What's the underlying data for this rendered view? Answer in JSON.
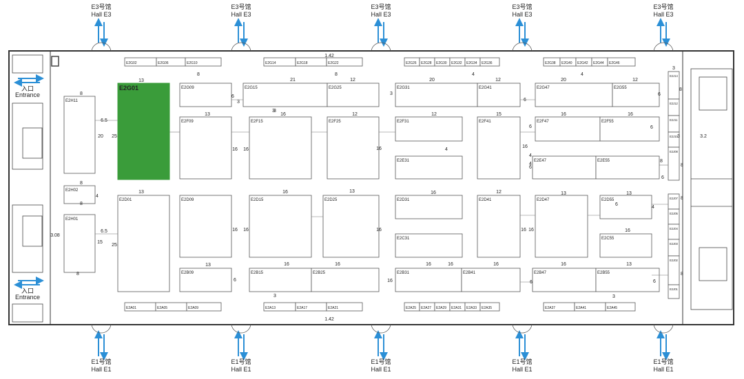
{
  "hall_links": {
    "top": [
      {
        "cn": "E3号馆",
        "en": "Hall E3"
      },
      {
        "cn": "E3号馆",
        "en": "Hall E3"
      },
      {
        "cn": "E3号馆",
        "en": "Hall E3"
      },
      {
        "cn": "E3号馆",
        "en": "Hall E3"
      },
      {
        "cn": "E3号馆",
        "en": "Hall E3"
      }
    ],
    "bottom": [
      {
        "cn": "E1号馆",
        "en": "Hall E1"
      },
      {
        "cn": "E1号馆",
        "en": "Hall E1"
      },
      {
        "cn": "E1号馆",
        "en": "Hall E1"
      },
      {
        "cn": "E1号馆",
        "en": "Hall E1"
      },
      {
        "cn": "E1号馆",
        "en": "Hall E1"
      }
    ]
  },
  "entrances": [
    {
      "cn": "入口",
      "en": "Entrance"
    },
    {
      "cn": "入口",
      "en": "Entrance"
    }
  ],
  "colors": {
    "highlight": "#3a9c3a",
    "arrow": "#2b8fd6",
    "wall": "#333333",
    "booth": "#555555"
  },
  "booths": [
    {
      "id": "E2G02",
      "label": "E2G02"
    },
    {
      "id": "E2G06",
      "label": "E2G06"
    },
    {
      "id": "E2G10",
      "label": "E2G10"
    },
    {
      "id": "E2G14",
      "label": "E2G14"
    },
    {
      "id": "E2G18",
      "label": "E2G18"
    },
    {
      "id": "E2G22",
      "label": "E2G22"
    },
    {
      "id": "E2G26",
      "label": "E2G26"
    },
    {
      "id": "E2G28",
      "label": "E2G28"
    },
    {
      "id": "E2G30",
      "label": "E2G30"
    },
    {
      "id": "E2G32",
      "label": "E2G32"
    },
    {
      "id": "E2G34",
      "label": "E2G34"
    },
    {
      "id": "E2G36",
      "label": "E2G36"
    },
    {
      "id": "E2G38",
      "label": "E2G38"
    },
    {
      "id": "E2G40",
      "label": "E2G40"
    },
    {
      "id": "E2G42",
      "label": "E2G42"
    },
    {
      "id": "E2G44",
      "label": "E2G44"
    },
    {
      "id": "E2G46",
      "label": "E2G46"
    },
    {
      "id": "E2G01",
      "label": "E2G01",
      "highlight": true
    },
    {
      "id": "E2G09",
      "label": "E2G09"
    },
    {
      "id": "E2G15",
      "label": "E2G15"
    },
    {
      "id": "E2G25",
      "label": "E2G25"
    },
    {
      "id": "E2G31",
      "label": "E2G31"
    },
    {
      "id": "E2G41",
      "label": "E2G41"
    },
    {
      "id": "E2G47",
      "label": "E2G47"
    },
    {
      "id": "E2G55",
      "label": "E2G55"
    },
    {
      "id": "E2H11",
      "label": "E2H11"
    },
    {
      "id": "E2H02",
      "label": "E2H02"
    },
    {
      "id": "E2H01",
      "label": "E2H01"
    },
    {
      "id": "E2F09",
      "label": "E2F09"
    },
    {
      "id": "E2F15",
      "label": "E2F15"
    },
    {
      "id": "E2F25",
      "label": "E2F25"
    },
    {
      "id": "E2F31",
      "label": "E2F31"
    },
    {
      "id": "E2F41",
      "label": "E2F41"
    },
    {
      "id": "E2F47",
      "label": "E2F47"
    },
    {
      "id": "E2F55",
      "label": "E2F55"
    },
    {
      "id": "E2E31",
      "label": "E2E31"
    },
    {
      "id": "E2E47",
      "label": "E2E47"
    },
    {
      "id": "E2E55",
      "label": "E2E55"
    },
    {
      "id": "E2D01",
      "label": "E2D01"
    },
    {
      "id": "E2D09",
      "label": "E2D09"
    },
    {
      "id": "E2D15",
      "label": "E2D15"
    },
    {
      "id": "E2D25",
      "label": "E2D25"
    },
    {
      "id": "E2D31",
      "label": "E2D31"
    },
    {
      "id": "E2D41",
      "label": "E2D41"
    },
    {
      "id": "E2D47",
      "label": "E2D47"
    },
    {
      "id": "E2D55",
      "label": "E2D55"
    },
    {
      "id": "E2C31",
      "label": "E2C31"
    },
    {
      "id": "E2C55",
      "label": "E2C55"
    },
    {
      "id": "E2B09",
      "label": "E2B09"
    },
    {
      "id": "E2B15",
      "label": "E2B15"
    },
    {
      "id": "E2B25",
      "label": "E2B25"
    },
    {
      "id": "E2B31",
      "label": "E2B31"
    },
    {
      "id": "E2B41",
      "label": "E2B41"
    },
    {
      "id": "E2B47",
      "label": "E2B47"
    },
    {
      "id": "E2B55",
      "label": "E2B55"
    },
    {
      "id": "E2A01",
      "label": "E2A01"
    },
    {
      "id": "E2A05",
      "label": "E2A05"
    },
    {
      "id": "E2A09",
      "label": "E2A09"
    },
    {
      "id": "E2A13",
      "label": "E2A13"
    },
    {
      "id": "E2A17",
      "label": "E2A17"
    },
    {
      "id": "E2A21",
      "label": "E2A21"
    },
    {
      "id": "E2A25",
      "label": "E2A25"
    },
    {
      "id": "E2A27",
      "label": "E2A27"
    },
    {
      "id": "E2A29",
      "label": "E2A29"
    },
    {
      "id": "E2A31",
      "label": "E2A31"
    },
    {
      "id": "E2A33",
      "label": "E2A33"
    },
    {
      "id": "E2A35",
      "label": "E2A35"
    },
    {
      "id": "E2A37",
      "label": "E2A37"
    },
    {
      "id": "E2A41",
      "label": "E2A41"
    },
    {
      "id": "E2A45",
      "label": "E2A45"
    },
    {
      "id": "E2J14",
      "label": "E2J14"
    },
    {
      "id": "E2J12",
      "label": "E2J12"
    },
    {
      "id": "E2J11",
      "label": "E2J11"
    },
    {
      "id": "E2J10",
      "label": "E2J10"
    },
    {
      "id": "E2J08",
      "label": "E2J08"
    },
    {
      "id": "E2J07",
      "label": "E2J07"
    },
    {
      "id": "E2J05",
      "label": "E2J05"
    },
    {
      "id": "E2J04",
      "label": "E2J04"
    },
    {
      "id": "E2J03",
      "label": "E2J03"
    },
    {
      "id": "E2J02",
      "label": "E2J02"
    },
    {
      "id": "E2J01",
      "label": "E2J01"
    }
  ],
  "dimension_labels": [
    "1.42",
    "1.42",
    "13",
    "8",
    "21",
    "8",
    "12",
    "20",
    "4",
    "12",
    "20",
    "4",
    "12",
    "8",
    "6.5",
    "20",
    "25",
    "6",
    "3",
    "3",
    "6",
    "3",
    "6",
    "13",
    "16",
    "16",
    "12",
    "16",
    "12",
    "16",
    "15",
    "16",
    "16",
    "6",
    "4",
    "6",
    "4",
    "13",
    "16",
    "16",
    "13",
    "16",
    "16",
    "12",
    "16",
    "13",
    "13",
    "6",
    "4",
    "8",
    "15",
    "3.08",
    "6.5",
    "25",
    "16",
    "16",
    "16",
    "16",
    "16",
    "13",
    "13",
    "16",
    "16",
    "16",
    "16",
    "16",
    "16",
    "6",
    "6",
    "6",
    "8",
    "8",
    "4",
    "8",
    "3",
    "3",
    "8",
    "3",
    "8",
    "8",
    "8",
    "3.2",
    "3",
    "3",
    "6",
    "6",
    "4"
  ]
}
